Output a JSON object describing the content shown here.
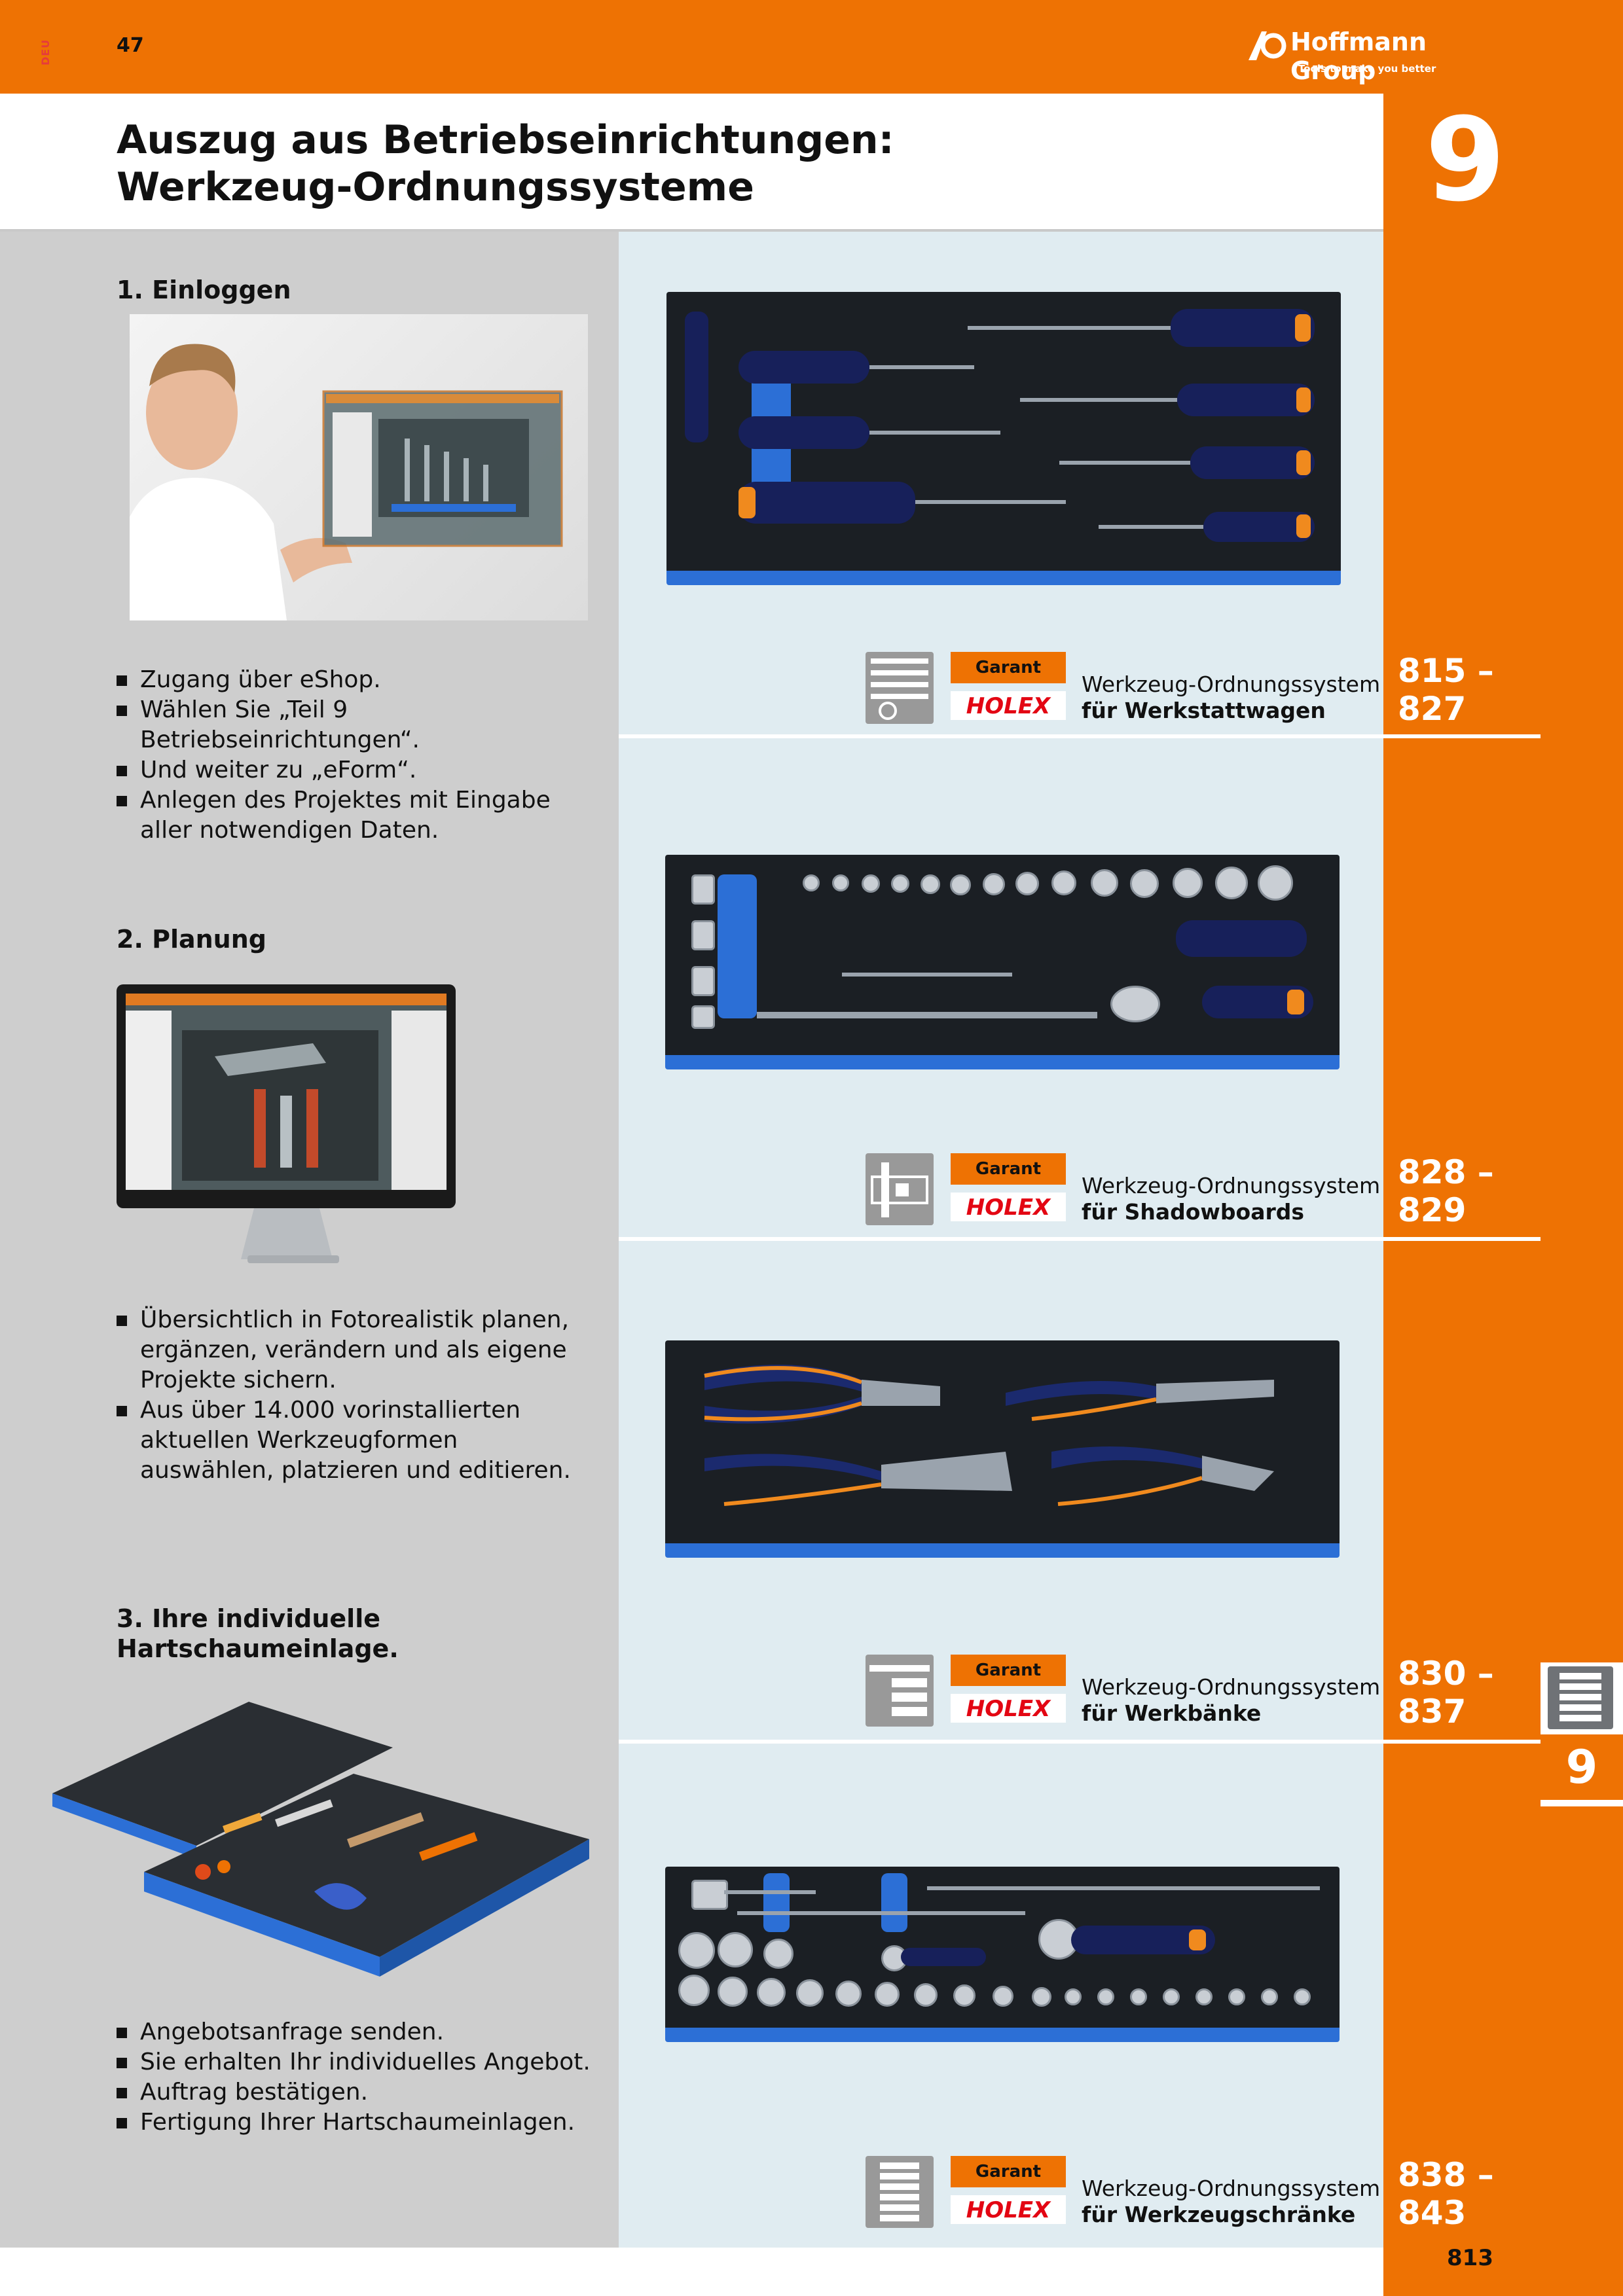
{
  "header": {
    "lang_tag": "DEU",
    "page_top": "47",
    "logo_brand": "Hoffmann Group",
    "logo_tagline": "Tools to make you better",
    "chapter": "9"
  },
  "title": {
    "line1": "Auszug aus Betriebseinrichtungen:",
    "line2": "Werkzeug-Ordnungssysteme"
  },
  "steps": [
    {
      "heading": "1. Einloggen",
      "bullets": [
        "Zugang über eShop.",
        "Wählen Sie „Teil 9 Betriebseinrichtungen“.",
        "Und weiter zu „eForm“.",
        "Anlegen des Projektes mit Eingabe aller notwendigen Daten."
      ]
    },
    {
      "heading": "2. Planung",
      "bullets": [
        "Übersichtlich in Fotorealistik planen, ergänzen, verändern und als eigene Projekte sichern.",
        "Aus über 14.000 vorinstallierten aktuellen Werkzeugformen auswählen, platzieren und editieren."
      ]
    },
    {
      "heading": "3. Ihre individuelle Hartschaumeinlage.",
      "bullets": [
        "Angebotsanfrage senden.",
        "Sie erhalten Ihr individuelles Angebot.",
        "Auftrag bestätigen.",
        "Fertigung Ihrer Hartschaumeinlagen."
      ]
    }
  ],
  "brands": {
    "garant": "Garant",
    "holex": "HOLEX"
  },
  "systems": [
    {
      "line1": "Werkzeug-Ordnungssystem",
      "line2": "für Werkstattwagen",
      "range1": "815 –",
      "range2": "827",
      "icon": "workshop-trolley-icon"
    },
    {
      "line1": "Werkzeug-Ordnungssystem",
      "line2": "für Shadowboards",
      "range1": "828 –",
      "range2": "829",
      "icon": "shadowboard-icon"
    },
    {
      "line1": "Werkzeug-Ordnungssystem",
      "line2": "für Werkbänke",
      "range1": "830 –",
      "range2": "837",
      "icon": "workbench-icon"
    },
    {
      "line1": "Werkzeug-Ordnungssystem",
      "line2": "für Werkzeugschränke",
      "range1": "838 –",
      "range2": "843",
      "icon": "tool-cabinet-icon"
    }
  ],
  "side_tab": {
    "chapter": "9",
    "icon": "cabinet-icon"
  },
  "footer": {
    "page_number": "813"
  },
  "colors": {
    "accent": "#ee7203",
    "panel_grey": "#cecece",
    "panel_blue": "#e0ecf1",
    "foam_blue": "#2c6fd6"
  }
}
